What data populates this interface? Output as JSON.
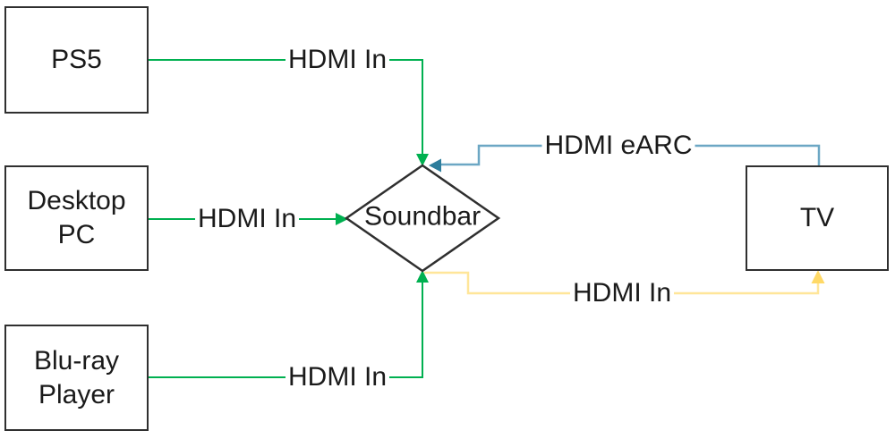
{
  "diagram": {
    "type": "connection-diagram",
    "nodes": [
      {
        "id": "ps5",
        "label": "PS5",
        "shape": "rectangle"
      },
      {
        "id": "desktop-pc",
        "label": "Desktop PC",
        "shape": "rectangle"
      },
      {
        "id": "blu-ray-player",
        "label": "Blu-ray Player",
        "shape": "rectangle"
      },
      {
        "id": "soundbar",
        "label": "Soundbar",
        "shape": "diamond"
      },
      {
        "id": "tv",
        "label": "TV",
        "shape": "rectangle"
      }
    ],
    "edges": [
      {
        "from": "PS5",
        "to": "Soundbar",
        "label": "HDMI In",
        "line_color": "#00B050",
        "arrow_color": "#00B050"
      },
      {
        "from": "Desktop PC",
        "to": "Soundbar",
        "label": "HDMI In",
        "line_color": "#00B050",
        "arrow_color": "#00B050"
      },
      {
        "from": "Blu-ray Player",
        "to": "Soundbar",
        "label": "HDMI In",
        "line_color": "#00B050",
        "arrow_color": "#00B050"
      },
      {
        "from": "TV",
        "to": "Soundbar",
        "label": "HDMI eARC",
        "line_color": "#6CA7C4",
        "arrow_color": "#2C7D9C"
      },
      {
        "from": "Soundbar",
        "to": "TV",
        "label": "HDMI In",
        "line_color": "#FFE699",
        "arrow_color": "#FFD966"
      }
    ],
    "colors": {
      "node_border": "#2F2F2F",
      "text": "#1A1A1A",
      "background": "#FFFFFF"
    }
  }
}
